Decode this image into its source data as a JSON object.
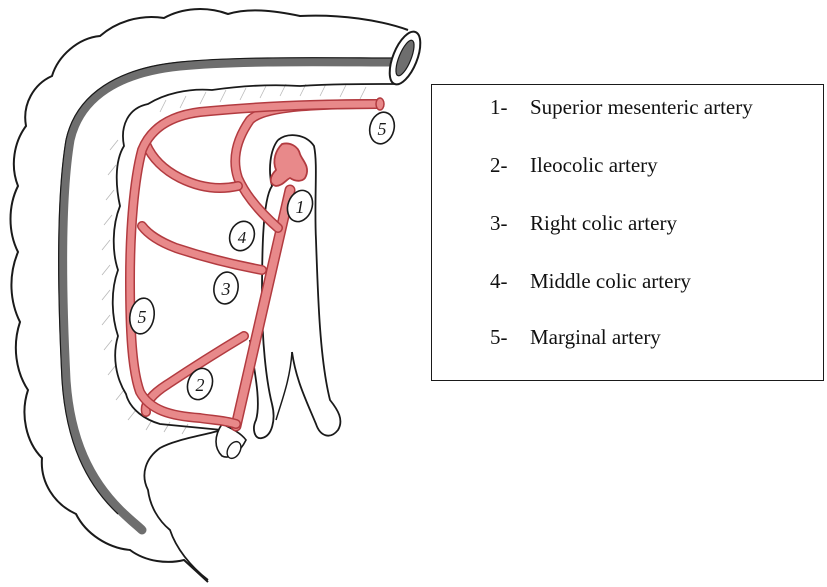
{
  "colors": {
    "outline": "#1a1a1a",
    "colon_fill": "#ffffff",
    "colon_wall": "#6e6e6e",
    "artery_fill": "#e8898a",
    "artery_stroke": "#b23b40",
    "hatch": "#b8b8b8"
  },
  "callouts": {
    "a1": "1",
    "a2": "2",
    "a3": "3",
    "a4": "4",
    "a5_left": "5",
    "a5_top": "5"
  },
  "legend": {
    "items": [
      {
        "num": "1-",
        "label": "Superior mesenteric artery"
      },
      {
        "num": "2-",
        "label": "Ileocolic artery"
      },
      {
        "num": "3-",
        "label": "Right colic artery"
      },
      {
        "num": "4-",
        "label": "Middle colic artery"
      },
      {
        "num": "5-",
        "label": "Marginal artery"
      }
    ]
  }
}
